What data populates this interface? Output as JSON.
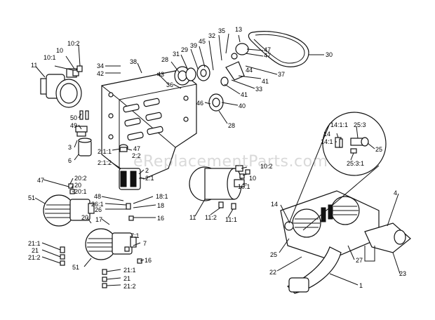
{
  "watermark": "eReplacementParts.com",
  "callouts": [
    {
      "id": "c-13",
      "text": "13"
    },
    {
      "id": "c-35",
      "text": "35"
    },
    {
      "id": "c-32",
      "text": "32"
    },
    {
      "id": "c-45",
      "text": "45"
    },
    {
      "id": "c-39",
      "text": "39"
    },
    {
      "id": "c-29",
      "text": "29"
    },
    {
      "id": "c-31",
      "text": "31"
    },
    {
      "id": "c-28a",
      "text": "28"
    },
    {
      "id": "c-47a",
      "text": "47"
    },
    {
      "id": "c-47b",
      "text": "47"
    },
    {
      "id": "c-30",
      "text": "30"
    },
    {
      "id": "c-37",
      "text": "37"
    },
    {
      "id": "c-44",
      "text": "44"
    },
    {
      "id": "c-41a",
      "text": "41"
    },
    {
      "id": "c-33",
      "text": "33"
    },
    {
      "id": "c-41b",
      "text": "41"
    },
    {
      "id": "c-40",
      "text": "40"
    },
    {
      "id": "c-28b",
      "text": "28"
    },
    {
      "id": "c-46",
      "text": "46"
    },
    {
      "id": "c-43",
      "text": "43"
    },
    {
      "id": "c-36",
      "text": "36"
    },
    {
      "id": "c-34",
      "text": "34"
    },
    {
      "id": "c-42",
      "text": "42"
    },
    {
      "id": "c-38",
      "text": "38"
    },
    {
      "id": "c-10-2a",
      "text": "10:2"
    },
    {
      "id": "c-10a",
      "text": "10"
    },
    {
      "id": "c-10-1a",
      "text": "10:1"
    },
    {
      "id": "c-11a",
      "text": "11"
    },
    {
      "id": "c-50",
      "text": "50"
    },
    {
      "id": "c-49",
      "text": "49"
    },
    {
      "id": "c-3",
      "text": "3"
    },
    {
      "id": "c-6",
      "text": "6"
    },
    {
      "id": "c-47c",
      "text": "47"
    },
    {
      "id": "c-2-2",
      "text": "2:2"
    },
    {
      "id": "c-2-1-1",
      "text": "2:1:1"
    },
    {
      "id": "c-2-1-2",
      "text": "2:1:2"
    },
    {
      "id": "c-2",
      "text": "2"
    },
    {
      "id": "c-2-1",
      "text": "2:1"
    },
    {
      "id": "c-47d",
      "text": "47"
    },
    {
      "id": "c-20-2",
      "text": "20:2"
    },
    {
      "id": "c-20a",
      "text": "20"
    },
    {
      "id": "c-20-1",
      "text": "20:1"
    },
    {
      "id": "c-51a",
      "text": "51"
    },
    {
      "id": "c-48",
      "text": "48"
    },
    {
      "id": "c-26-1",
      "text": "26:1"
    },
    {
      "id": "c-26",
      "text": "26"
    },
    {
      "id": "c-18-1",
      "text": "18:1"
    },
    {
      "id": "c-18",
      "text": "18"
    },
    {
      "id": "c-16a",
      "text": "16"
    },
    {
      "id": "c-20b",
      "text": "20"
    },
    {
      "id": "c-17",
      "text": "17"
    },
    {
      "id": "c-7-1",
      "text": "7:1"
    },
    {
      "id": "c-7",
      "text": "7"
    },
    {
      "id": "c-16b",
      "text": "16"
    },
    {
      "id": "c-21-1a",
      "text": "21:1"
    },
    {
      "id": "c-21a",
      "text": "21"
    },
    {
      "id": "c-21-2a",
      "text": "21:2"
    },
    {
      "id": "c-51b",
      "text": "51"
    },
    {
      "id": "c-21-1b",
      "text": "21:1"
    },
    {
      "id": "c-21b",
      "text": "21"
    },
    {
      "id": "c-21-2b",
      "text": "21:2"
    },
    {
      "id": "c-10-2b",
      "text": "10:2"
    },
    {
      "id": "c-10b",
      "text": "10"
    },
    {
      "id": "c-10-1b",
      "text": "10:1"
    },
    {
      "id": "c-11b",
      "text": "11"
    },
    {
      "id": "c-11-2",
      "text": "11:2"
    },
    {
      "id": "c-11-1",
      "text": "11:1"
    },
    {
      "id": "c-14-1-1",
      "text": "14:1:1"
    },
    {
      "id": "c-25-3",
      "text": "25:3"
    },
    {
      "id": "c-14a",
      "text": "14"
    },
    {
      "id": "c-14-1",
      "text": "14:1"
    },
    {
      "id": "c-25a",
      "text": "25"
    },
    {
      "id": "c-25-3-1",
      "text": "25:3:1"
    },
    {
      "id": "c-14b",
      "text": "14"
    },
    {
      "id": "c-4",
      "text": "4"
    },
    {
      "id": "c-25b",
      "text": "25"
    },
    {
      "id": "c-27",
      "text": "27"
    },
    {
      "id": "c-22",
      "text": "22"
    },
    {
      "id": "c-23",
      "text": "23"
    },
    {
      "id": "c-1",
      "text": "1"
    }
  ]
}
